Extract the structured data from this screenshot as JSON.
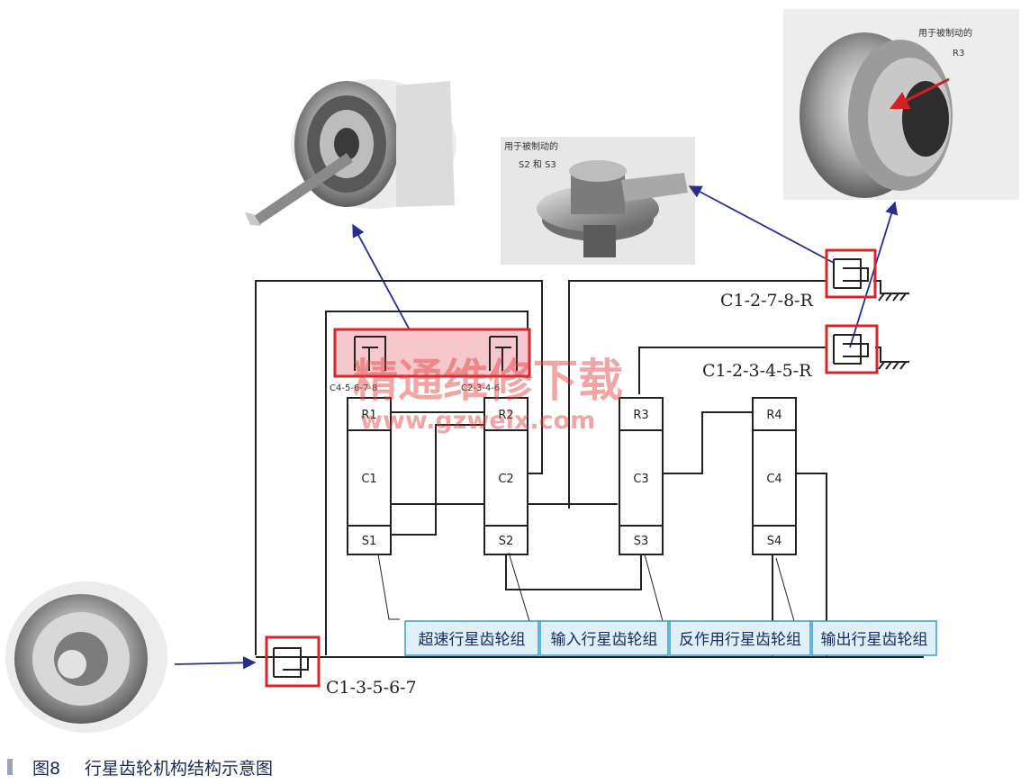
{
  "photos": {
    "top_center_note": "",
    "middle_note_line1": "用于被制动的",
    "middle_note_line2": "S2 和 S3",
    "right_note_line1": "用于被制动的",
    "right_note_line2": "R3"
  },
  "brakes": {
    "b1": "C1-2-7-8-R",
    "b2": "C1-2-3-4-5-R",
    "c3": "C1-3-5-6-7",
    "small_left": "C4-5-6-7-8",
    "small_right": "C2-3-4-6"
  },
  "gearsets": [
    {
      "r": "R1",
      "c": "C1",
      "s": "S1"
    },
    {
      "r": "R2",
      "c": "C2",
      "s": "S2"
    },
    {
      "r": "R3",
      "c": "C3",
      "s": "S3"
    },
    {
      "r": "R4",
      "c": "C4",
      "s": "S4"
    }
  ],
  "groups": [
    "超速行星齿轮组",
    "输入行星齿轮组",
    "反作用行星齿轮组",
    "输出行星齿轮组"
  ],
  "watermark": {
    "main": "精通维修下载",
    "url": "www.gzweix.com"
  },
  "caption": {
    "figure": "图8",
    "title": "行星齿轮机构结构示意图"
  },
  "colors": {
    "line": "#222222",
    "clutch_box": "#d6262b",
    "clutch_fill": "#f6c7cd",
    "label_box": "#dff1f8",
    "label_border": "#3b9bc8",
    "arrow": "#2a2e8a",
    "red_arrow": "#d62020"
  }
}
